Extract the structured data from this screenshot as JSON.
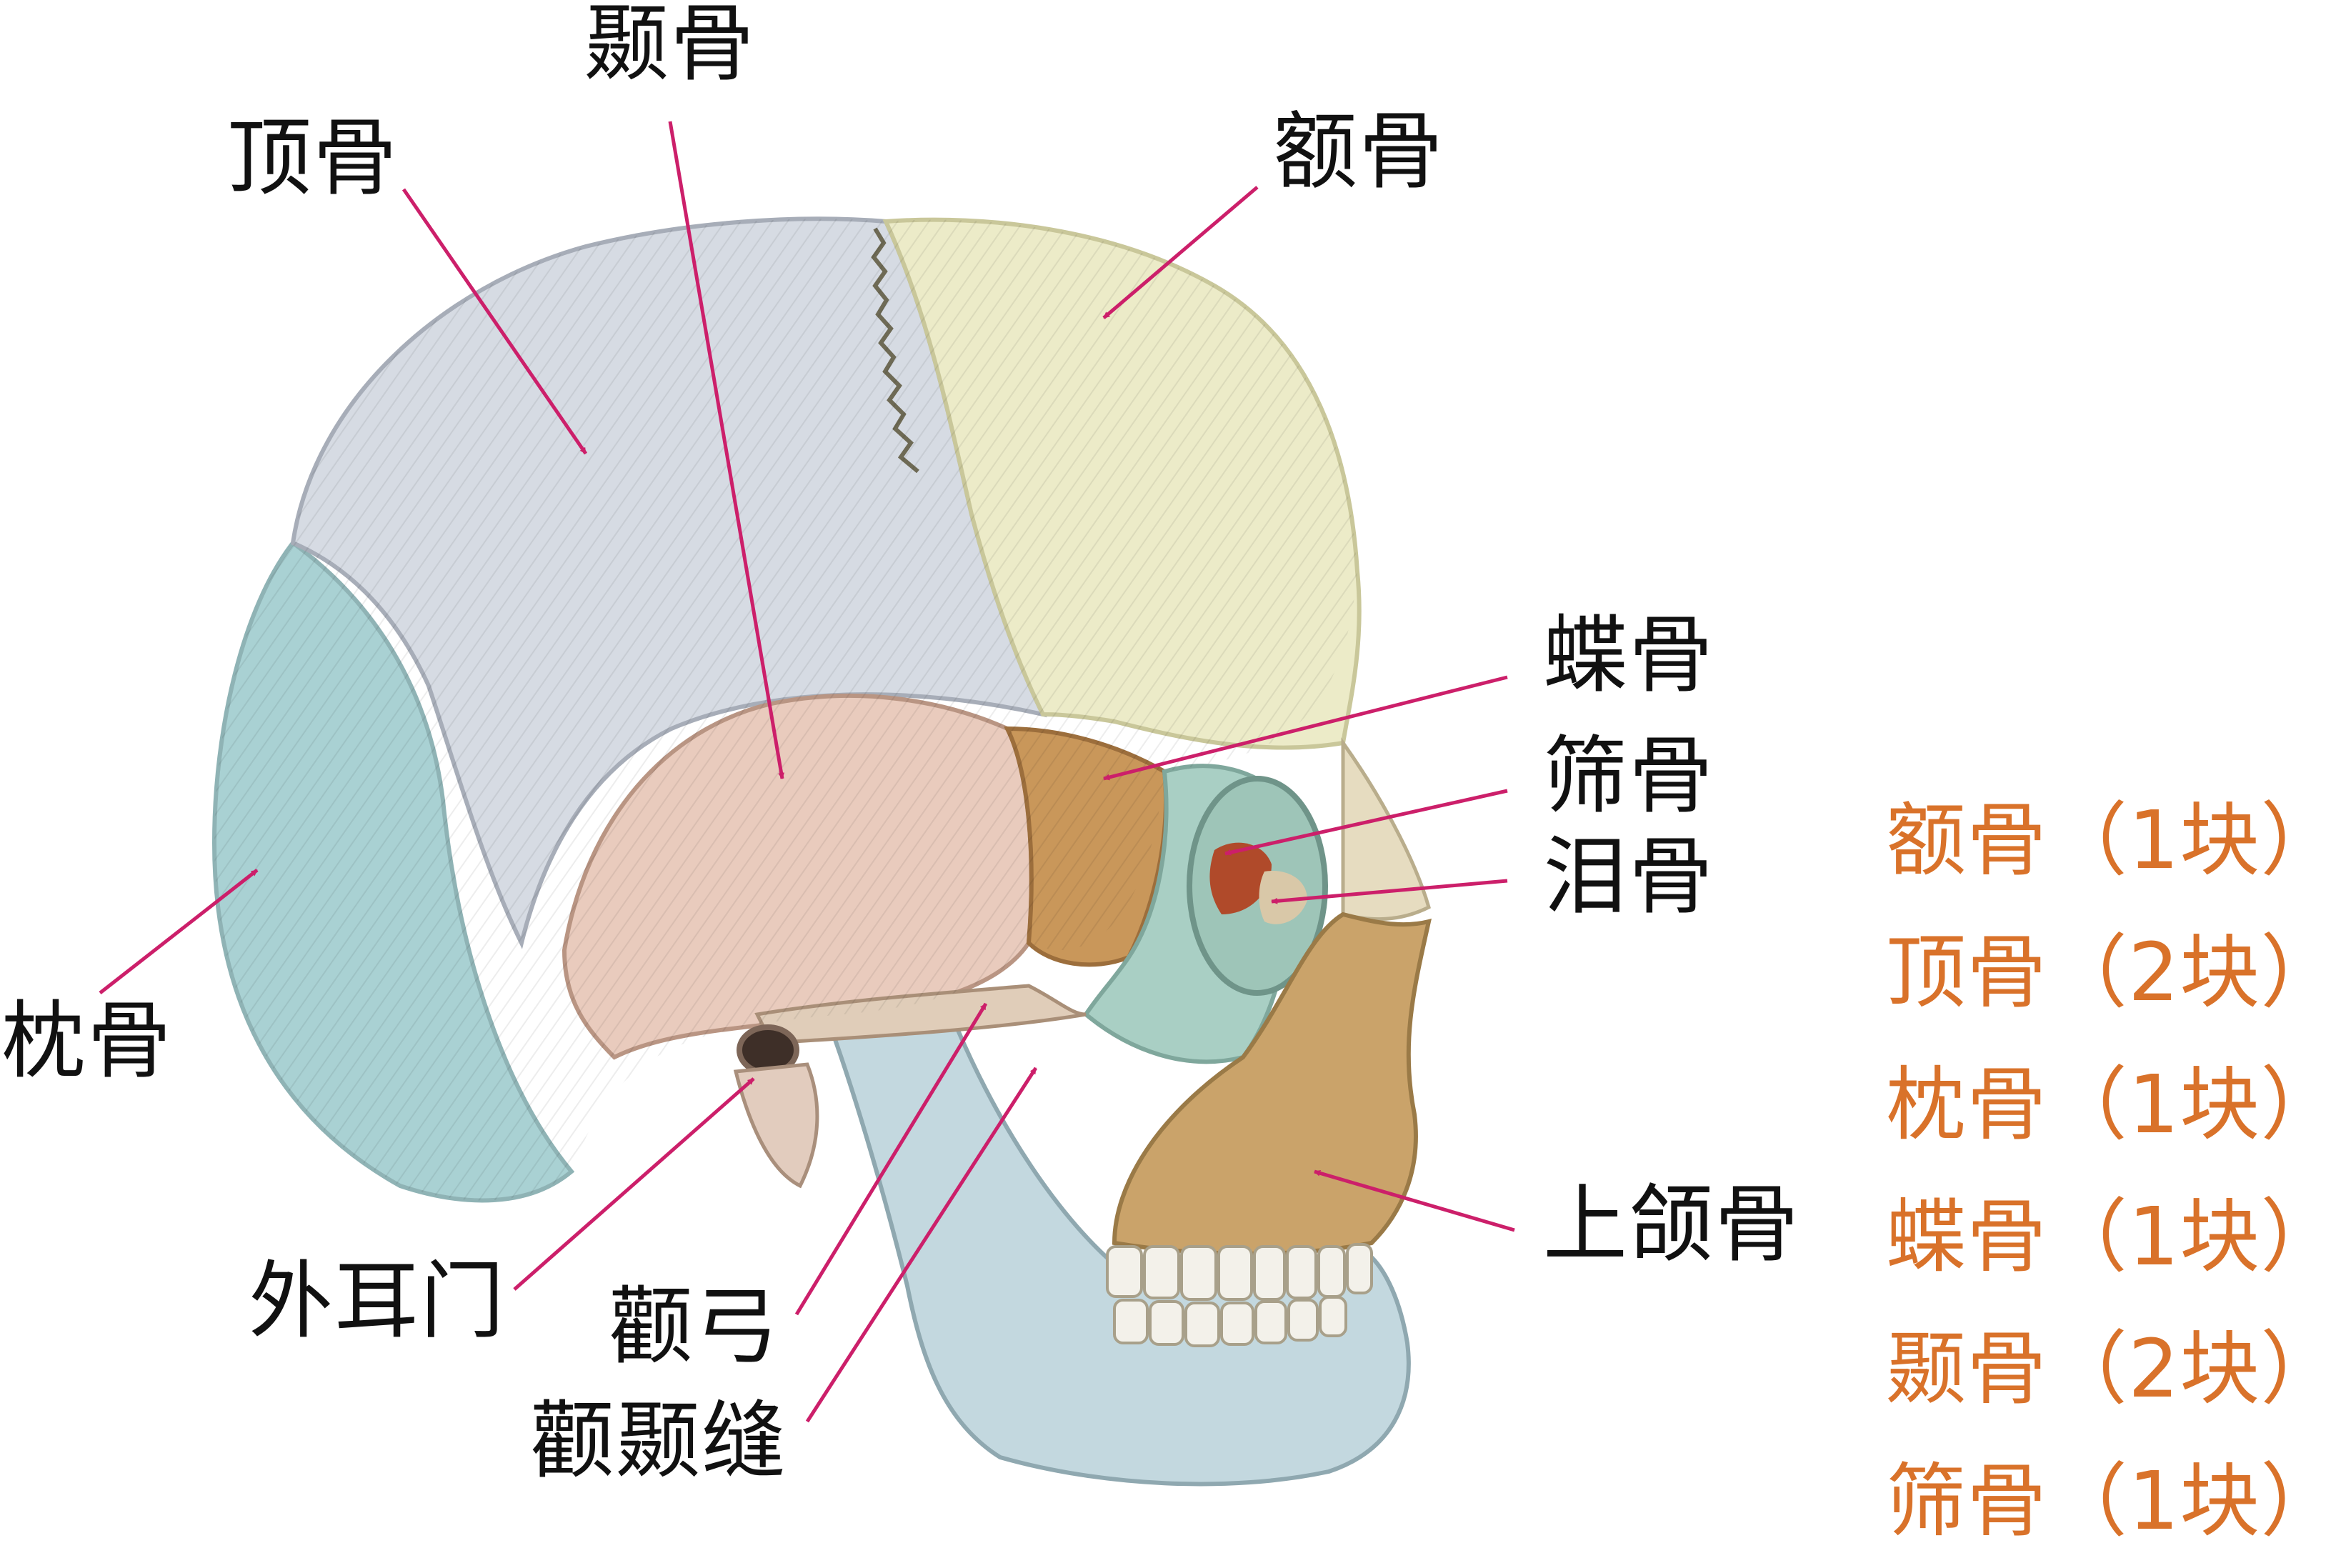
{
  "labels": {
    "nie": "颞骨",
    "ding": "顶骨",
    "e": "额骨",
    "die": "蝶骨",
    "shai": "筛骨",
    "lei": "泪骨",
    "zhen": "枕骨",
    "shanghe": "上颌骨",
    "ear": "外耳门",
    "arch": "颧弓",
    "suture": "颧颞缝"
  },
  "legend": {
    "items": [
      "额骨（1块）",
      "顶骨（2块）",
      "枕骨（1块）",
      "蝶骨（1块）",
      "颞骨（2块）",
      "筛骨（1块）"
    ]
  },
  "colors": {
    "legend_text": "#d9722a",
    "leader_line": "#cc1f6a",
    "label_text": "#111111",
    "parietal": "#d6dbe3",
    "frontal": "#ecebc8",
    "occipital": "#a9d1d3",
    "temporal": "#e9cbbd",
    "sphenoid": "#c9975a",
    "maxilla": "#caa36a",
    "mandible": "#c3d8df"
  }
}
